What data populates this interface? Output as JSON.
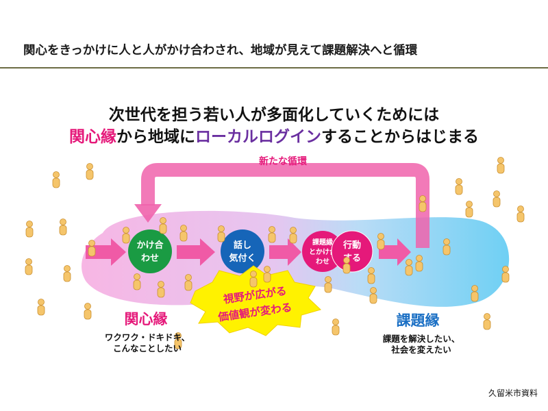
{
  "header": {
    "title": "関心をきっかけに人と人がかけ合わされ、地域が見えて課題解決へと循環"
  },
  "headline": {
    "line1": "次世代を担う若い人が多面化していくためには",
    "line2_pink": "関心縁",
    "line2_mid": "から地域に",
    "line2_purple": "ローカルログイン",
    "line2_end": "することからはじまる"
  },
  "loop_label": "新たな循環",
  "steps": [
    {
      "line1": "かけ合",
      "line2": "わせ",
      "color": "#1a9b43"
    },
    {
      "line1": "話し",
      "line2": "気付く",
      "color": "#1665b8"
    },
    {
      "line1": "課題縁",
      "line2": "とかけ合",
      "line3": "わせ",
      "color": "#e5197a"
    },
    {
      "line1": "行動",
      "line2": "する",
      "color": "#e5197a"
    }
  ],
  "burst": {
    "line1": "視野が広がる",
    "line2": "価値観が変わる"
  },
  "left_group": {
    "title": "関心縁",
    "line1": "ワクワク・ドキドキ、",
    "line2": "こんなことしたい"
  },
  "right_group": {
    "title": "課題縁",
    "line1": "課題を解決したい、",
    "line2": "社会を変えたい"
  },
  "source": "久留米市資料",
  "colors": {
    "pink": "#e5197a",
    "purple": "#6a2fa0",
    "blue": "#1a6fc4",
    "green": "#1a9b43",
    "person": "#f5c56b",
    "burst": "#fff200"
  }
}
